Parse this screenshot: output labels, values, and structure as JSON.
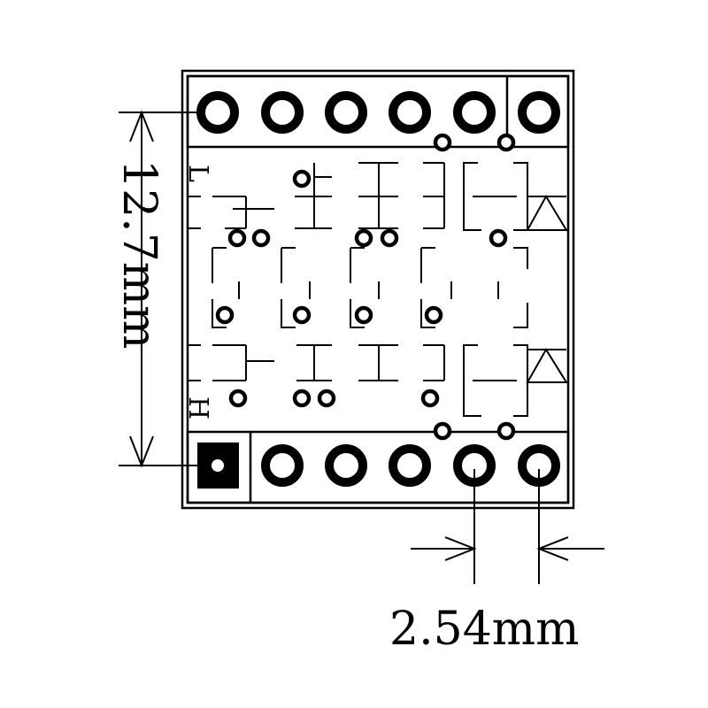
{
  "diagram": {
    "title": "",
    "vertical_dimension": "12.7mm",
    "horizontal_dimension": "2.54mm",
    "side_labels": {
      "low": "L",
      "high": "H"
    },
    "header_pins": {
      "top_row_count": 6,
      "bottom_row_count": 6,
      "square_pin": "bottom-left"
    },
    "colors": {
      "ink": "#000000",
      "background": "#ffffff"
    }
  }
}
